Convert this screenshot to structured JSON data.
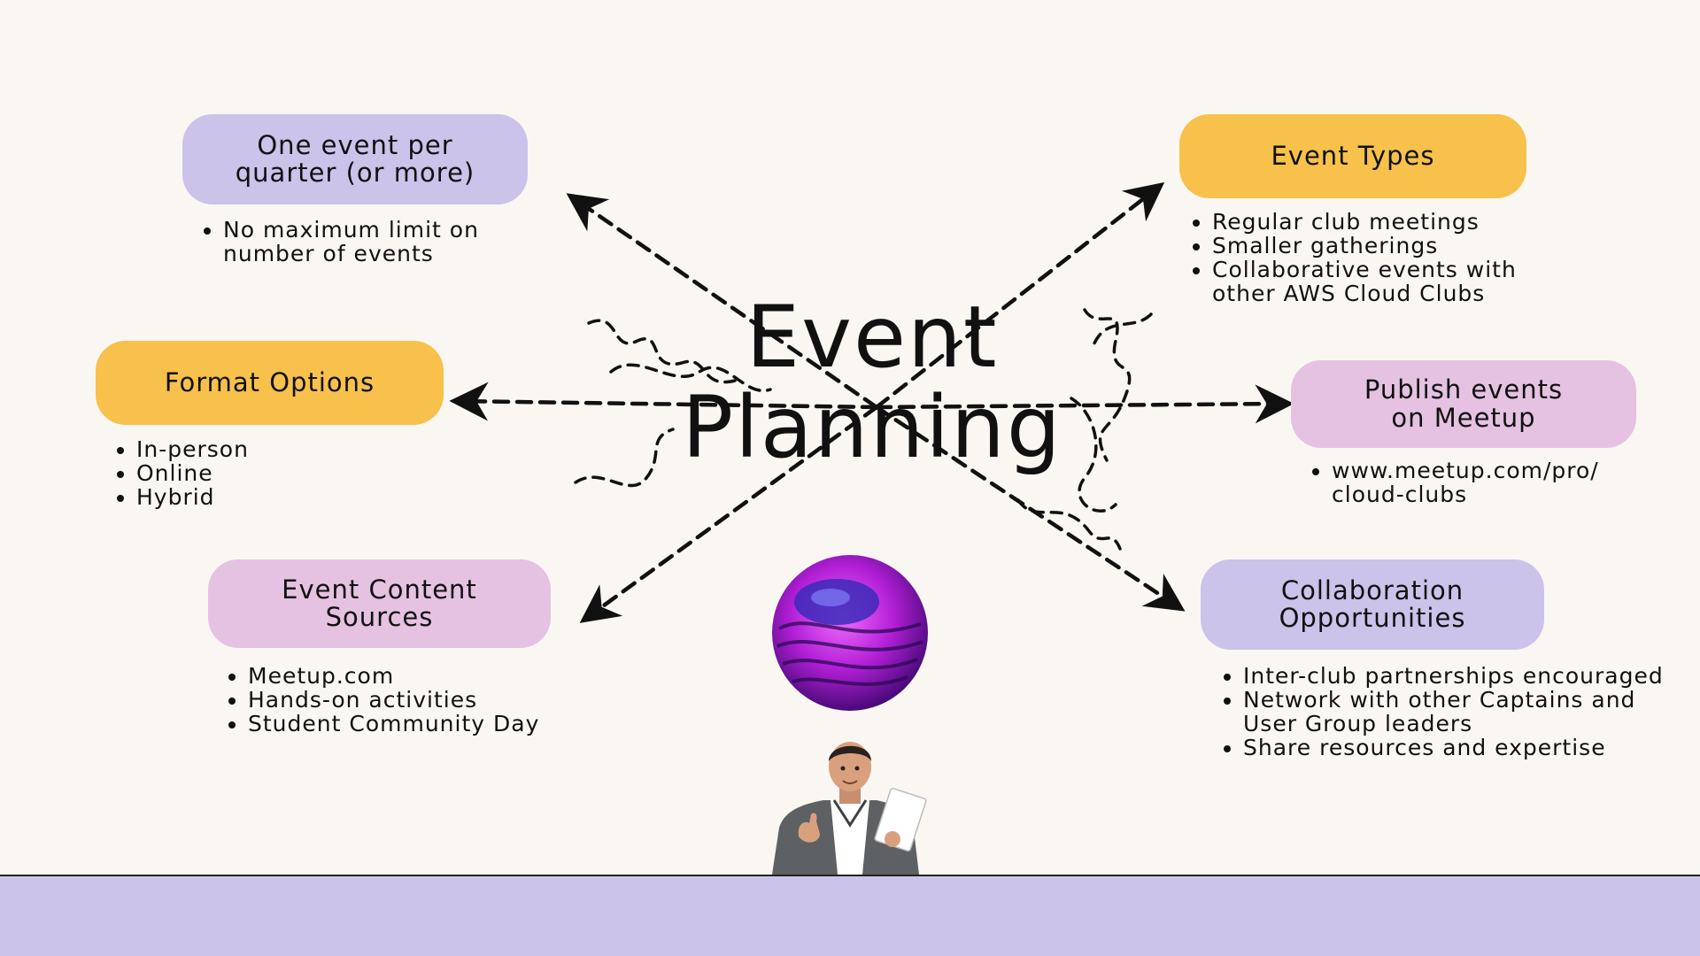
{
  "title": "Event\nPlanning",
  "nodes": {
    "frequency": {
      "label": "One event per\nquarter (or more)",
      "bullets": [
        "No maximum limit on\nnumber of events"
      ],
      "color": "#cbc3ea"
    },
    "event_types": {
      "label": "Event Types",
      "bullets": [
        "Regular club meetings",
        "Smaller gatherings",
        "Collaborative events with\nother AWS Cloud Clubs"
      ],
      "color": "#f7c14b"
    },
    "format_options": {
      "label": "Format Options",
      "bullets": [
        "In-person",
        "Online",
        "Hybrid"
      ],
      "color": "#f7c14b"
    },
    "publish": {
      "label": "Publish events\non Meetup",
      "bullets": [
        "www.meetup.com/pro/\ncloud-clubs"
      ],
      "color": "#e5c2e2"
    },
    "content_sources": {
      "label": "Event Content\nSources",
      "bullets": [
        "Meetup.com",
        "Hands-on activities",
        "Student Community Day"
      ],
      "color": "#e5c2e2"
    },
    "collaboration": {
      "label": "Collaboration\nOpportunities",
      "bullets": [
        "Inter-club partnerships encouraged",
        "Network with other Captains and\nUser Group leaders",
        "Share resources and expertise"
      ],
      "color": "#cbc3ea"
    }
  },
  "colors": {
    "background": "#faf7f2",
    "floor": "#cbc3ea",
    "arrow": "#111111",
    "sphere": "#b21fd6"
  }
}
